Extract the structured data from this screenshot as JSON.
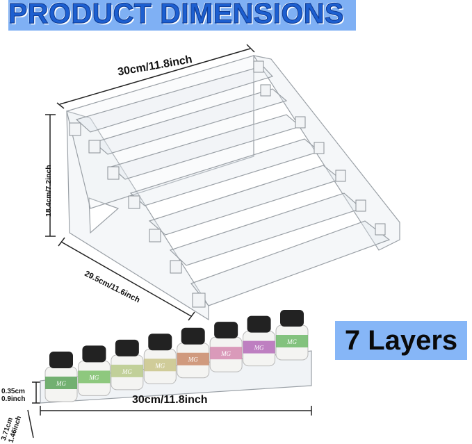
{
  "heading": "PRODUCT DIMENSIONS",
  "layers_label": "7 Layers",
  "dimensions": {
    "width_top": "30cm/11.8inch",
    "height": "18.4cm/7.2inch",
    "depth": "29.5cm/11.6inch",
    "width_bottom": "30cm/11.8inch",
    "shelf_height": [
      "0.35cm",
      "0.9inch"
    ],
    "shelf_depth": [
      "3.71cm",
      "1.46inch"
    ]
  },
  "bottle_label_text": "MG",
  "bottles": [
    {
      "band": "#5aa35a"
    },
    {
      "band": "#7bbf6a"
    },
    {
      "band": "#b7c98a"
    },
    {
      "band": "#c9c48a"
    },
    {
      "band": "#c98a6a"
    },
    {
      "band": "#d58ab0"
    },
    {
      "band": "#b46ab8"
    },
    {
      "band": "#6fb86a"
    }
  ],
  "colors": {
    "heading_fill": "#1d5fd0",
    "heading_bg": "#7fb0f4",
    "layers_bg": "#86b6f7",
    "cap": "#222222"
  }
}
